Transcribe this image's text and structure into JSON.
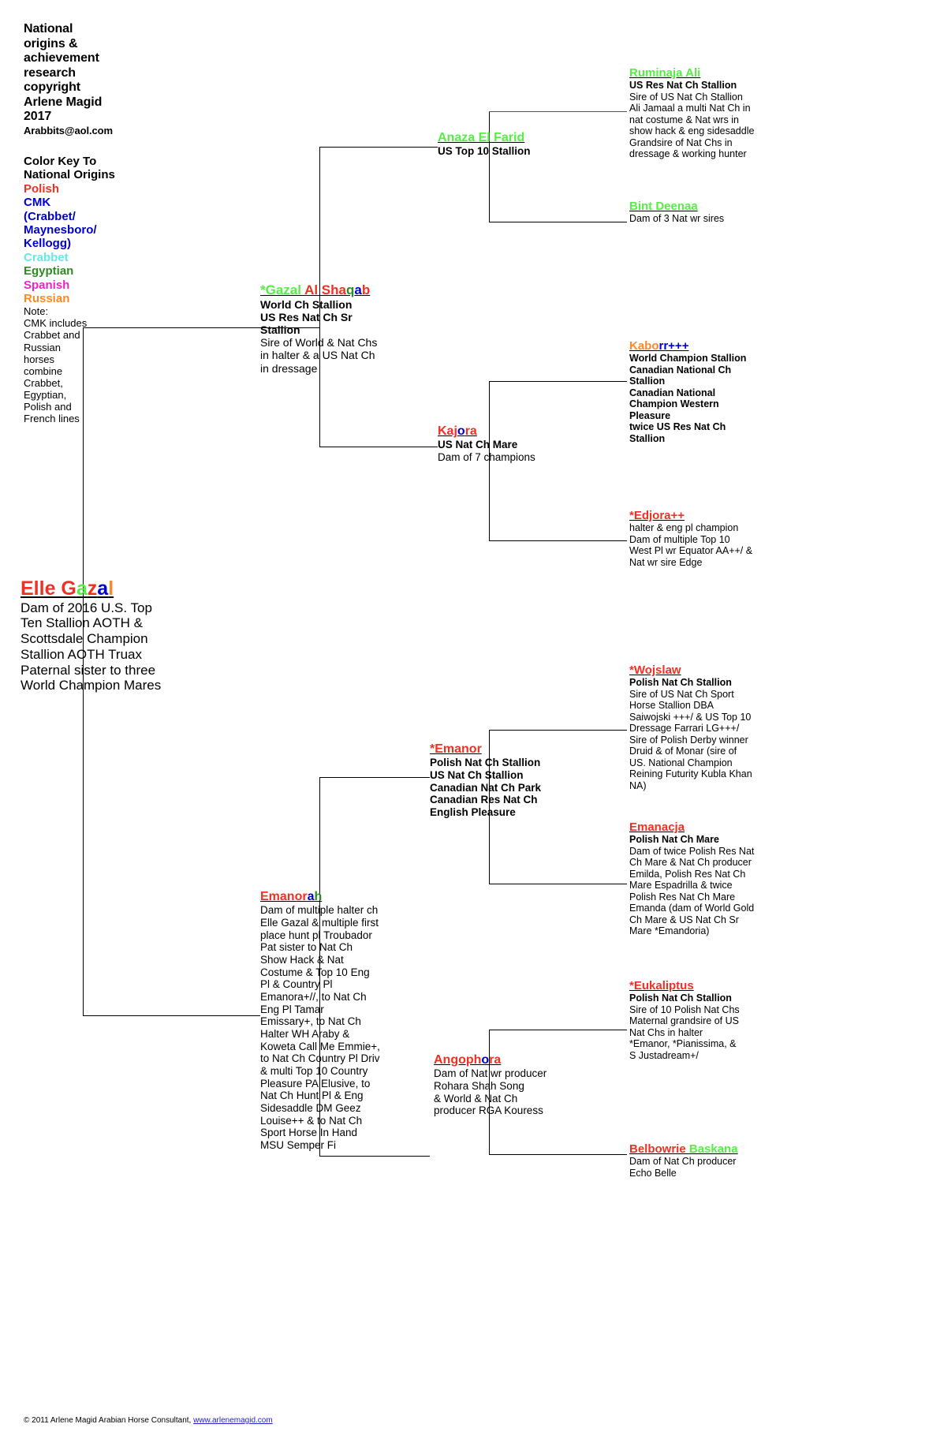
{
  "header": {
    "lines": [
      "National",
      "origins &",
      "achievement",
      "research",
      "copyright",
      "Arlene Magid",
      "2017"
    ],
    "email": "Arabbits@aol.com"
  },
  "color_key": {
    "title_lines": [
      "Color Key To",
      "National Origins"
    ],
    "items": [
      {
        "label": "Polish",
        "color": "#ee3124"
      },
      {
        "label": "CMK",
        "color": "#0000cc"
      },
      {
        "label": "(Crabbet/",
        "color": "#0000cc"
      },
      {
        "label": "Maynesboro/",
        "color": "#0000cc"
      },
      {
        "label": "Kellogg)",
        "color": "#0000cc"
      },
      {
        "label": "Crabbet",
        "color": "#66e8e8"
      },
      {
        "label": "Egyptian",
        "color": "#2e8b22"
      },
      {
        "label": "Spanish",
        "color": "#ee22cc"
      },
      {
        "label": "Russian",
        "color": "#ff8822"
      }
    ],
    "note_lines": [
      "Note:",
      "CMK includes",
      "Crabbet and",
      "Russian",
      "horses",
      "combine",
      "Crabbet,",
      "Egyptian,",
      "Polish and",
      "French lines"
    ]
  },
  "subject": {
    "name_runs": [
      {
        "t": "Elle G",
        "c": "c-polish"
      },
      {
        "t": "a",
        "c": "c-green"
      },
      {
        "t": "z",
        "c": "c-polish"
      },
      {
        "t": "a",
        "c": "c-cmk"
      },
      {
        "t": "l",
        "c": "c-russian"
      }
    ],
    "detail_lines": [
      "Dam of 2016 U.S. Top",
      "Ten Stallion AOTH &",
      "Scottsdale Champion",
      "Stallion AOTH Truax",
      "Paternal sister to three",
      "World Champion Mares"
    ]
  },
  "sire": {
    "name_runs": [
      {
        "t": "*Gazal ",
        "c": "c-green"
      },
      {
        "t": "Al Sha",
        "c": "c-polish"
      },
      {
        "t": "q",
        "c": "c-egyptian"
      },
      {
        "t": "a",
        "c": "c-cmk"
      },
      {
        "t": "b",
        "c": "c-polish"
      }
    ],
    "sub_lines": [
      "World Ch Stallion",
      "US Res Nat Ch Sr",
      "Stallion"
    ],
    "detail_lines": [
      "Sire of World & Nat Chs",
      "in halter & a US Nat Ch",
      "in dressage"
    ]
  },
  "dam": {
    "name_runs": [
      {
        "t": "Emanor",
        "c": "c-polish"
      },
      {
        "t": "a",
        "c": "c-cmk"
      },
      {
        "t": "h",
        "c": "c-egyptian"
      }
    ],
    "sub_lines": [],
    "detail_lines": [
      "Dam of multiple halter ch",
      "Elle Gazal & multiple first",
      "place hunt pl Troubador",
      "Pat sister to Nat Ch",
      "Show Hack & Nat",
      "Costume & Top 10 Eng",
      "Pl & Country Pl",
      "Emanora+//, to Nat Ch",
      "Eng Pl Tamar",
      "Emissary+, to Nat Ch",
      "Halter WH Araby &",
      "Koweta Call Me Emmie+,",
      "to Nat Ch Country Pl Driv",
      "& multi Top 10 Country",
      "Pleasure PA Elusive, to",
      "Nat Ch Hunt Pl & Eng",
      "Sidesaddle DM Geez",
      "Louise++ & to Nat Ch",
      "Sport Horse In Hand",
      "MSU Semper Fi"
    ]
  },
  "gen3": {
    "sire_sire": {
      "name_runs": [
        {
          "t": "Anaza El Farid",
          "c": "c-green"
        }
      ],
      "sub_lines": [
        "US Top 10 Stallion"
      ],
      "detail_lines": []
    },
    "sire_dam": {
      "name_runs": [
        {
          "t": "Kaj",
          "c": "c-polish"
        },
        {
          "t": "o",
          "c": "c-cmk"
        },
        {
          "t": "ra",
          "c": "c-polish"
        }
      ],
      "sub_lines": [
        "US Nat Ch Mare"
      ],
      "detail_lines": [
        "Dam of 7 champions"
      ]
    },
    "dam_sire": {
      "name_runs": [
        {
          "t": "*Emanor",
          "c": "c-polish"
        }
      ],
      "sub_lines": [
        "Polish Nat Ch Stallion",
        "US Nat Ch Stallion",
        "Canadian Nat Ch Park",
        "Canadian Res Nat Ch",
        "English Pleasure"
      ],
      "detail_lines": []
    },
    "dam_dam": {
      "name_runs": [
        {
          "t": "Angoph",
          "c": "c-polish"
        },
        {
          "t": "o",
          "c": "c-cmk"
        },
        {
          "t": "ra",
          "c": "c-polish"
        }
      ],
      "sub_lines": [],
      "detail_lines": [
        "Dam of Nat wr producer",
        "Rohara Shah Song",
        "& World & Nat Ch",
        "producer RGA Kouress"
      ]
    }
  },
  "gen4": {
    "ss_sire": {
      "name_runs": [
        {
          "t": "Ruminaja Ali",
          "c": "c-green"
        }
      ],
      "sub_lines": [
        "US Res Nat Ch Stallion"
      ],
      "detail_lines": [
        "Sire of US Nat Ch Stallion",
        "Ali Jamaal a multi Nat Ch in",
        "nat costume & Nat wrs in",
        "show hack & eng sidesaddle",
        "Grandsire of Nat Chs in",
        "dressage & working hunter"
      ]
    },
    "ss_dam": {
      "name_runs": [
        {
          "t": "Bint Deenaa",
          "c": "c-green"
        }
      ],
      "sub_lines": [],
      "detail_lines": [
        "Dam of 3 Nat wr sires"
      ]
    },
    "sd_sire": {
      "name_runs": [
        {
          "t": "Kabo",
          "c": "c-russian"
        },
        {
          "t": "rr+++",
          "c": "c-cmk"
        }
      ],
      "sub_lines": [
        "World Champion Stallion",
        "Canadian National Ch",
        "Stallion",
        "Canadian National",
        "Champion Western",
        "Pleasure",
        "twice US Res Nat Ch",
        "Stallion"
      ],
      "detail_lines": []
    },
    "sd_dam": {
      "name_runs": [
        {
          "t": "*Edjora++",
          "c": "c-polish"
        }
      ],
      "sub_lines": [],
      "detail_lines": [
        "halter & eng pl champion",
        "Dam of multiple Top 10",
        "West Pl wr Equator AA++/ &",
        "Nat wr sire Edge"
      ]
    },
    "ds_sire": {
      "name_runs": [
        {
          "t": "*Wojslaw",
          "c": "c-polish"
        }
      ],
      "sub_lines": [
        "Polish Nat Ch Stallion"
      ],
      "detail_lines": [
        "Sire of US Nat Ch Sport",
        "Horse Stallion DBA",
        "Saiwojski +++/ & US Top 10",
        "Dressage Farrari LG+++/",
        "Sire of Polish Derby winner",
        "Druid & of Monar (sire of",
        "US. National Champion",
        "Reining Futurity Kubla Khan",
        "NA)"
      ]
    },
    "ds_dam": {
      "name_runs": [
        {
          "t": "Emanacja",
          "c": "c-polish"
        }
      ],
      "sub_lines": [
        "Polish Nat Ch Mare"
      ],
      "detail_lines": [
        "Dam of twice Polish Res Nat",
        "Ch Mare & Nat Ch producer",
        "Emilda, Polish Res Nat Ch",
        "Mare Espadrilla & twice",
        "Polish Res Nat Ch Mare",
        "Emanda (dam of World Gold",
        "Ch Mare & US Nat Ch Sr",
        "Mare *Emandoria)"
      ]
    },
    "dd_sire": {
      "name_runs": [
        {
          "t": "*Eukaliptus",
          "c": "c-polish"
        }
      ],
      "sub_lines": [
        "Polish Nat Ch Stallion"
      ],
      "detail_lines": [
        "Sire of 10 Polish Nat Chs",
        "Maternal grandsire of US",
        "Nat Chs in halter",
        "*Emanor, *Pianissima, &",
        "S Justadream+/"
      ]
    },
    "dd_dam": {
      "name_runs": [
        {
          "t": "Belbowrie ",
          "c": "c-polish"
        },
        {
          "t": "Baskana",
          "c": "c-green"
        }
      ],
      "sub_lines": [],
      "detail_lines": [
        "Dam of Nat Ch producer",
        "Echo Belle"
      ]
    }
  },
  "footer": {
    "text": "© 2011 Arlene Magid Arabian Horse Consultant,",
    "link": "www.arlenemagid.com"
  }
}
